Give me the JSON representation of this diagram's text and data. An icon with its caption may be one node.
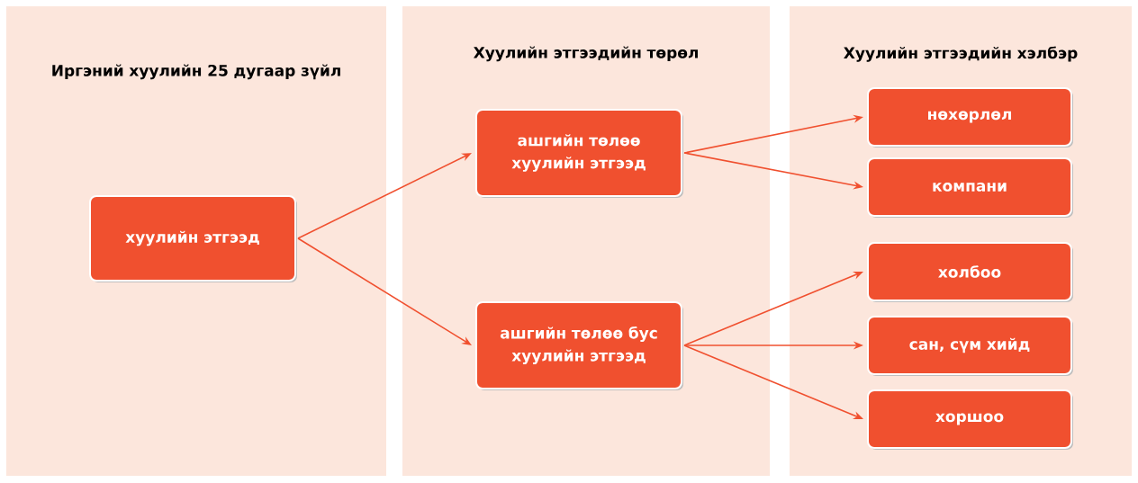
{
  "diagram": {
    "nodes": [
      {
        "text": [
          "Иргэний хуулийн 25 дугаар зүйл"
        ]
      },
      {
        "text": [
          "Хуулийн этгээдийн төрөл"
        ]
      },
      {
        "text": [
          "Хуулийн этгээдийн хэлбэр"
        ]
      },
      {
        "text": [
          "хуулийн этгээд"
        ],
        "in": 0
      },
      {
        "text": [
          "ашгийн төлөө хуулийн этгээд"
        ],
        "in": 1
      },
      {
        "text": [
          "ашгийн төлөө бус хуулийн этгээд"
        ],
        "in": 1
      },
      {
        "text": [
          "нөхөрлөл"
        ],
        "in": 2
      },
      {
        "text": [
          "компани"
        ],
        "in": 2
      },
      {
        "text": [
          "холбоо"
        ],
        "in": 2
      },
      {
        "text": [
          "сан, сүм хийд"
        ],
        "in": 2
      },
      {
        "text": [
          "хоршоо"
        ],
        "in": 2
      }
    ],
    "edges": [
      {
        "from": 3,
        "to": 4,
        "arrow": "to"
      },
      {
        "from": 3,
        "to": 5,
        "arrow": "to"
      },
      {
        "from": 4,
        "to": 6,
        "arrow": "to"
      },
      {
        "from": 4,
        "to": 7,
        "arrow": "to"
      },
      {
        "from": 5,
        "to": 8,
        "arrow": "to"
      },
      {
        "from": 5,
        "to": 9,
        "arrow": "to"
      },
      {
        "from": 5,
        "to": 10,
        "arrow": "to"
      }
    ]
  }
}
